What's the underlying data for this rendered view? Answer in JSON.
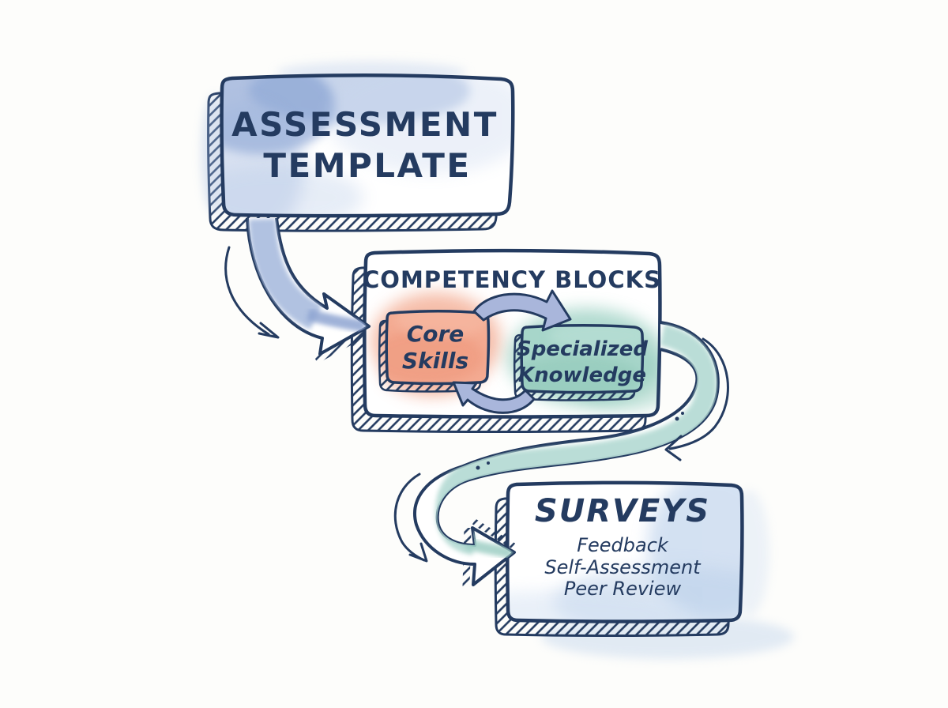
{
  "colors": {
    "ink": "#243b60",
    "background": "#fdfdfb",
    "box_fill": "#ffffff",
    "wash_blue": "#7d9bd0",
    "wash_blue_light": "#c9d7ee",
    "core_skills_fill": "#f4ab92",
    "specialized_knowledge_fill": "#a7d6ca",
    "arrow_blue_fill": "#a9bcde",
    "arrow_blue_streak": "#8fa5d2",
    "arrow_teal_fill": "#b7dcd5",
    "arrow_teal_streak": "#9fcfc5",
    "small_arrow_fill": "#a9b6db"
  },
  "nodes": {
    "assessment_template": {
      "lines": [
        "ASSESSMENT",
        "TEMPLATE"
      ]
    },
    "competency_blocks": {
      "title": "COMPETENCY BLOCKS",
      "core_skills": {
        "lines": [
          "Core",
          "Skills"
        ]
      },
      "specialized_knowledge": {
        "lines": [
          "Specialized",
          "Knowledge"
        ]
      }
    },
    "surveys": {
      "title": "SURVEYS",
      "items": [
        "Feedback",
        "Self-Assessment",
        "Peer Review"
      ]
    }
  },
  "edges": [
    {
      "from": "assessment_template",
      "to": "competency_blocks",
      "style": "thick-curved-arrow-blue"
    },
    {
      "from": "core_skills",
      "to": "specialized_knowledge",
      "style": "small-arc-arrow"
    },
    {
      "from": "specialized_knowledge",
      "to": "core_skills",
      "style": "small-arc-arrow"
    },
    {
      "from": "competency_blocks",
      "to": "surveys",
      "style": "thick-s-curve-arrow-teal"
    }
  ]
}
